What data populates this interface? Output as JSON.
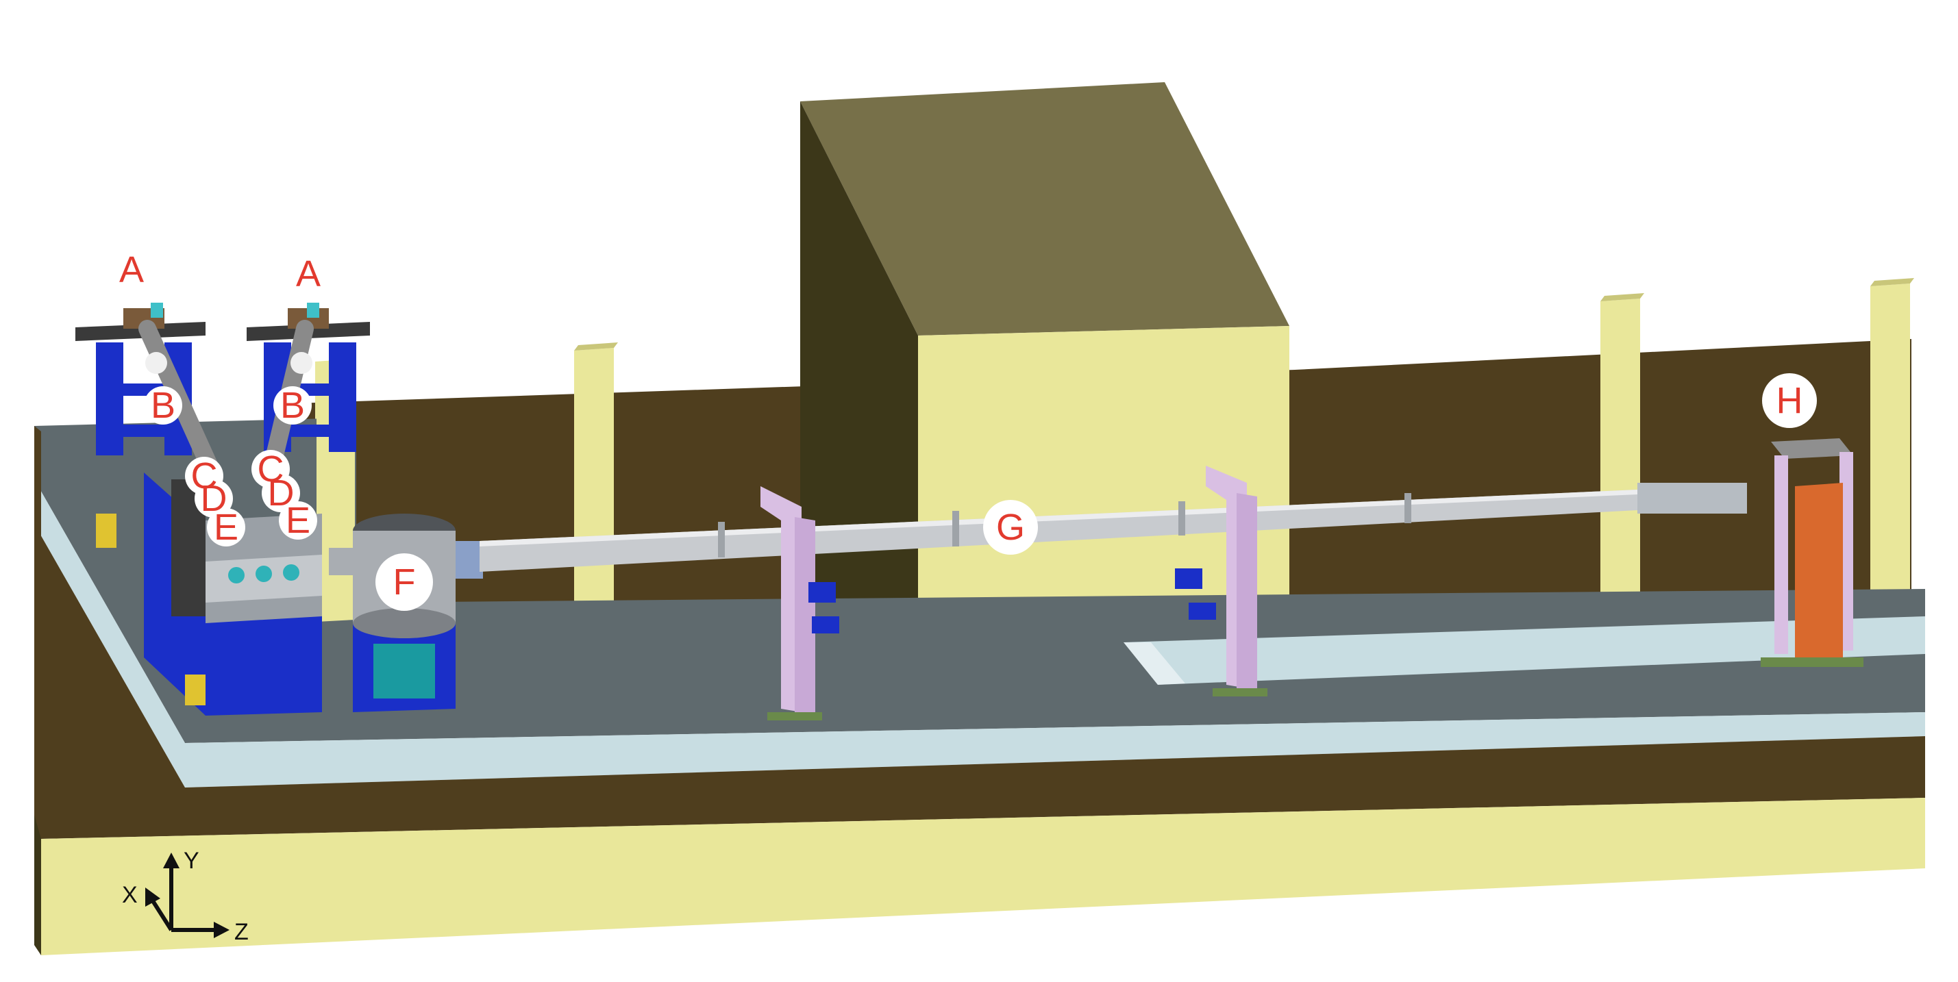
{
  "labels": {
    "A1": "A",
    "A2": "A",
    "B1": "B",
    "B2": "B",
    "C1": "C",
    "C2": "C",
    "D1": "D",
    "D2": "D",
    "E1": "E",
    "E2": "E",
    "F": "F",
    "G": "G",
    "H": "H"
  },
  "axes": {
    "x": "X",
    "y": "Y",
    "z": "Z"
  },
  "colors": {
    "label_red": "#e23a2e",
    "wall_brown": "#4f3e1e",
    "soil_yellow": "#e9e79a",
    "floor_gray": "#5f6a6e",
    "channel_light": "#c8dde2",
    "frame_blue": "#1a2fc8",
    "stand_lavender": "#d9bfe3",
    "shield_orange": "#d9692d",
    "bunker_top": "#777049",
    "bunker_side": "#3c3719"
  }
}
